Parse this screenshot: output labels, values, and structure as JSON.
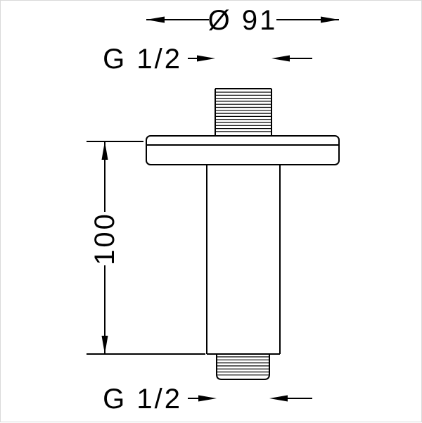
{
  "page": {
    "background_color": "#ffffff",
    "border_color": "#d9d9d9",
    "line_color": "#000000"
  },
  "diagram": {
    "type": "technical-drawing",
    "subject": "ceiling-mounted shower arm with flange",
    "labels": {
      "diameter_top": "Ø 91",
      "thread_top": "G 1/2",
      "length_left": "100",
      "thread_bottom": "G 1/2"
    }
  }
}
